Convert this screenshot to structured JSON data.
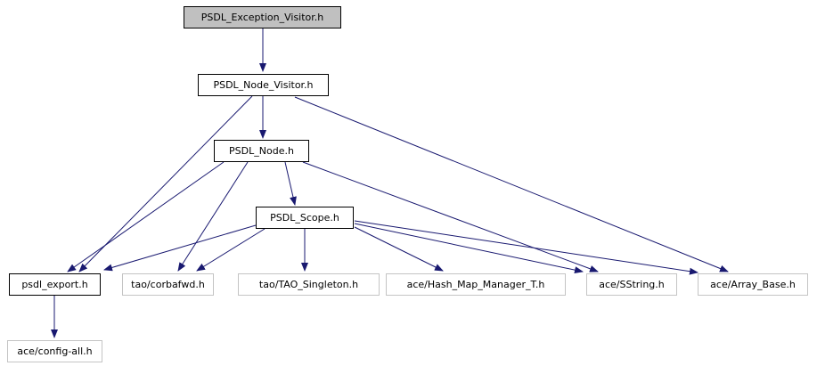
{
  "graph": {
    "colors": {
      "edge": "#191970",
      "internal_border": "#000000",
      "external_border": "#c4c4c4",
      "root_fill": "#c0c0c0",
      "node_fill": "#ffffff",
      "text": "#000000"
    },
    "nodes": [
      {
        "id": "psdl_exception_visitor",
        "label": "PSDL_Exception_Visitor.h",
        "type": "root"
      },
      {
        "id": "psdl_node_visitor",
        "label": "PSDL_Node_Visitor.h",
        "type": "internal"
      },
      {
        "id": "psdl_node",
        "label": "PSDL_Node.h",
        "type": "internal"
      },
      {
        "id": "psdl_scope",
        "label": "PSDL_Scope.h",
        "type": "internal"
      },
      {
        "id": "psdl_export",
        "label": "psdl_export.h",
        "type": "internal"
      },
      {
        "id": "tao_corbafwd",
        "label": "tao/corbafwd.h",
        "type": "external"
      },
      {
        "id": "tao_singleton",
        "label": "tao/TAO_Singleton.h",
        "type": "external"
      },
      {
        "id": "ace_hash_map_manager",
        "label": "ace/Hash_Map_Manager_T.h",
        "type": "external"
      },
      {
        "id": "ace_sstring",
        "label": "ace/SString.h",
        "type": "external"
      },
      {
        "id": "ace_array_base",
        "label": "ace/Array_Base.h",
        "type": "external"
      },
      {
        "id": "ace_config_all",
        "label": "ace/config-all.h",
        "type": "external"
      }
    ],
    "edges": [
      {
        "from": "psdl_exception_visitor",
        "to": "psdl_node_visitor"
      },
      {
        "from": "psdl_node_visitor",
        "to": "psdl_node"
      },
      {
        "from": "psdl_node_visitor",
        "to": "psdl_export"
      },
      {
        "from": "psdl_node_visitor",
        "to": "ace_array_base"
      },
      {
        "from": "psdl_node",
        "to": "psdl_scope"
      },
      {
        "from": "psdl_node",
        "to": "psdl_export"
      },
      {
        "from": "psdl_node",
        "to": "tao_corbafwd"
      },
      {
        "from": "psdl_node",
        "to": "ace_sstring"
      },
      {
        "from": "psdl_scope",
        "to": "psdl_export"
      },
      {
        "from": "psdl_scope",
        "to": "tao_corbafwd"
      },
      {
        "from": "psdl_scope",
        "to": "tao_singleton"
      },
      {
        "from": "psdl_scope",
        "to": "ace_hash_map_manager"
      },
      {
        "from": "psdl_scope",
        "to": "ace_sstring"
      },
      {
        "from": "psdl_scope",
        "to": "ace_array_base"
      },
      {
        "from": "psdl_export",
        "to": "ace_config_all"
      }
    ]
  }
}
